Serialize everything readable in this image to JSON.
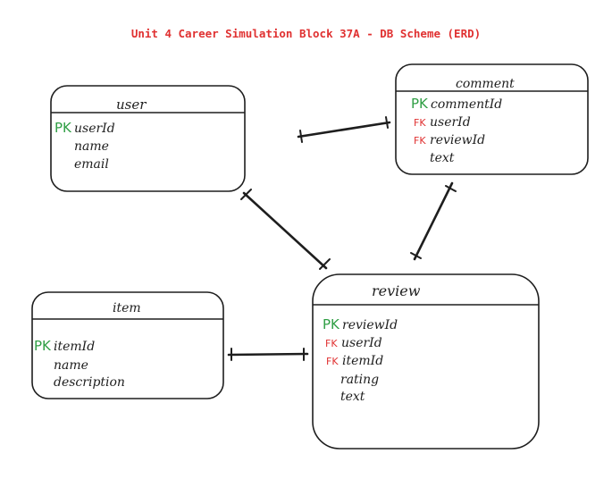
{
  "title": "Unit 4 Career Simulation Block 37A - DB Scheme (ERD)",
  "entities": {
    "user": {
      "name": "user",
      "pk_tag": "PK",
      "pk_field": "userId",
      "fields": [
        "name",
        "email"
      ]
    },
    "comment": {
      "name": "comment",
      "pk_tag": "PK",
      "pk_field": "commentId",
      "fk_tag": "FK",
      "fk_fields": [
        "userId",
        "reviewId"
      ],
      "fields": [
        "text"
      ]
    },
    "item": {
      "name": "item",
      "pk_tag": "PK",
      "pk_field": "itemId",
      "fields": [
        "name",
        "description"
      ]
    },
    "review": {
      "name": "review",
      "pk_tag": "PK",
      "pk_field": "reviewId",
      "fk_tag": "FK",
      "fk_fields": [
        "userId",
        "itemId"
      ],
      "fields": [
        "rating",
        "text"
      ]
    }
  },
  "colors": {
    "pk": "#2f9e44",
    "fk": "#e03131",
    "title": "#e03131",
    "ink": "#1e1e1e"
  }
}
